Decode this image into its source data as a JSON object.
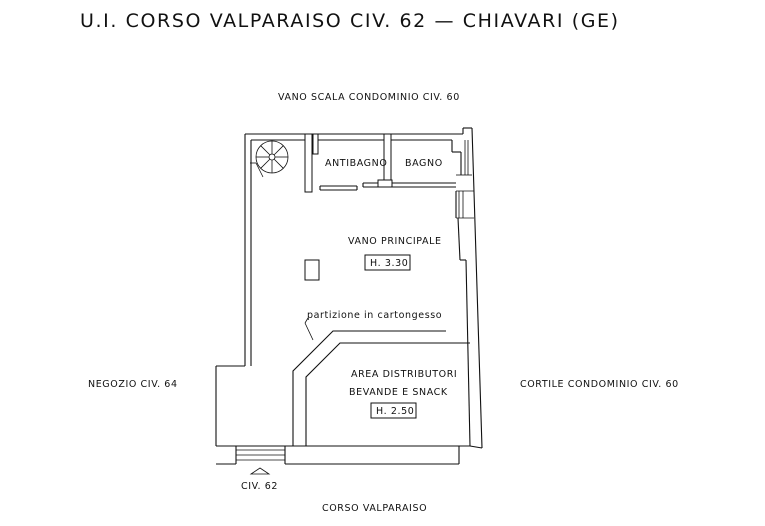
{
  "title": "U.I.  CORSO  VALPARAISO  CIV.  62  —  CHIAVARI  (GE)",
  "labels": {
    "north": "VANO  SCALA  CONDOMINIO  CIV.  60",
    "west": "NEGOZIO  CIV.  64",
    "east": "CORTILE  CONDOMINIO  CIV.  60",
    "south": "CORSO  VALPARAISO",
    "entrance": "CIV.  62"
  },
  "rooms": {
    "antibagno": "ANTIBAGNO",
    "bagno": "BAGNO",
    "main": "VANO  PRINCIPALE",
    "main_height": "H.  3.30",
    "partition": "partizione  in  cartongesso",
    "area_line1": "AREA  DISTRIBUTORI",
    "area_line2": "BEVANDE  E  SNACK",
    "area_height": "H.  2.50"
  }
}
